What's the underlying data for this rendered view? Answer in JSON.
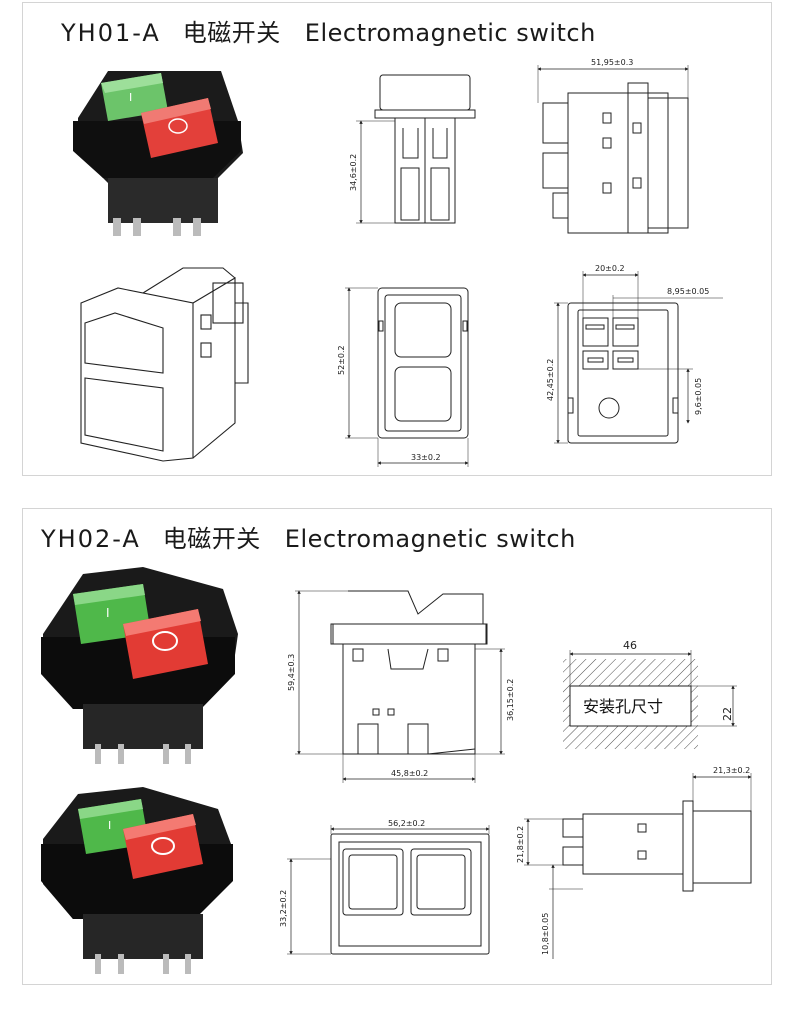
{
  "sections": [
    {
      "model": "YH01-A",
      "title_cn": "电磁开关",
      "title_en": "Electromagnetic switch",
      "dimensions": [
        "51,95±0.3",
        "34,6±0.2",
        "20±0.2",
        "8,95±0.05",
        "52±0.2",
        "42,45±0.2",
        "9,6±0.05",
        "33±0.2"
      ],
      "button_labels": [
        "I",
        "O"
      ]
    },
    {
      "model": "YH02-A",
      "title_cn": "电磁开关",
      "title_en": "Electromagnetic switch",
      "dimensions": [
        "59,4±0.3",
        "36,15±0.2",
        "45,8±0.2",
        "46",
        "22",
        "21,3±0.2",
        "56,2±0.2",
        "33,2±0.2",
        "21,8±0.2",
        "10,8±0.05"
      ],
      "cutout_label": "安装孔尺寸",
      "button_labels": [
        "I",
        "O"
      ]
    }
  ],
  "colors": {
    "green": "#4fb84a",
    "red": "#e23b34",
    "black": "#161616",
    "line": "#222222"
  }
}
